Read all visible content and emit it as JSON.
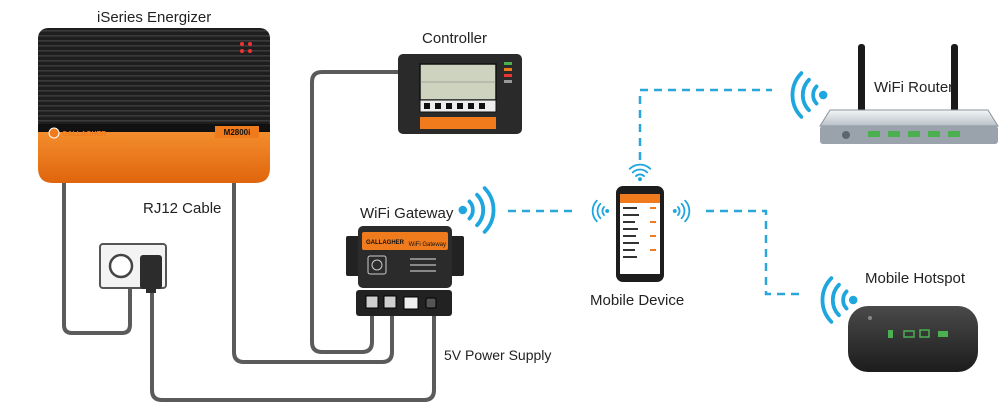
{
  "labels": {
    "energizer": "iSeries Energizer",
    "controller": "Controller",
    "wifi_router": "WiFi Router",
    "rj12_cable": "RJ12 Cable",
    "wifi_gateway": "WiFi Gateway",
    "mobile_device": "Mobile Device",
    "mobile_hotspot": "Mobile Hotspot",
    "power_supply": "5V Power Supply"
  },
  "device_text": {
    "energizer_brand": "GALLAGHER",
    "energizer_model": "M2800i",
    "gateway_brand": "GALLAGHER",
    "gateway_model": "WiFi Gateway"
  },
  "icons": {
    "wifi": "wifi-signal-icon",
    "phone": "smartphone-icon",
    "router": "router-icon",
    "hotspot": "hotspot-icon",
    "plug": "power-plug-icon"
  },
  "colors": {
    "cable": "#555555",
    "wireless_link": "#29a8d8",
    "wifi_symbol": "#1fa6de",
    "brand_orange": "#f07b1d",
    "device_dark": "#2a2a2a"
  }
}
